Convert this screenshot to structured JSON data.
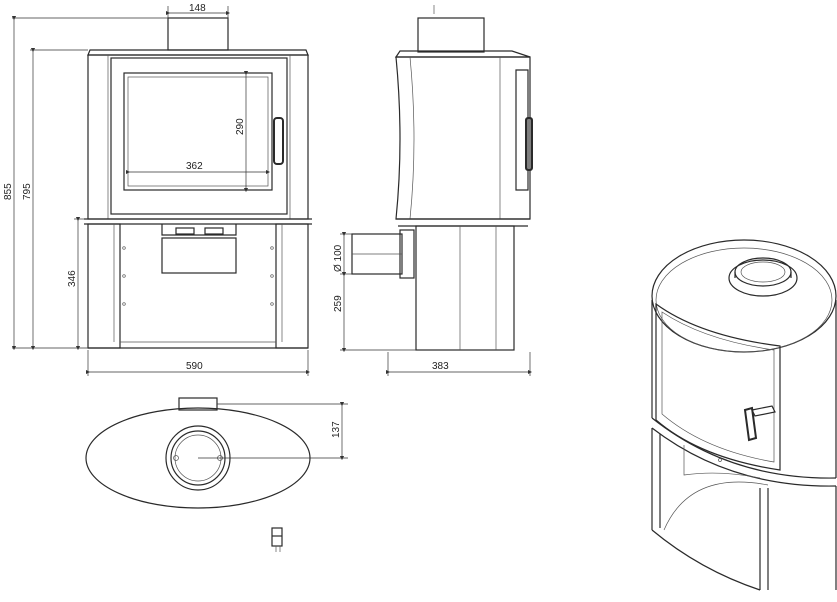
{
  "drawing": {
    "dimensions": {
      "flue_width": "148",
      "total_height": "855",
      "body_height": "795",
      "glass_height": "290",
      "glass_width": "362",
      "base_height": "346",
      "total_width": "590",
      "flue_diameter": "Ø 100",
      "rear_outlet_height": "259",
      "depth": "383",
      "flue_offset": "137"
    },
    "colors": {
      "line": "#2a2a2a",
      "background": "#ffffff"
    }
  }
}
